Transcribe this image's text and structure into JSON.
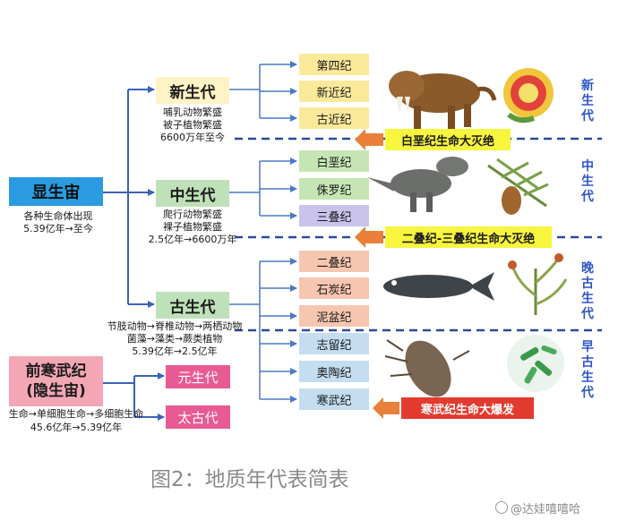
{
  "eons": {
    "phanerozoic": {
      "title": "显生宙",
      "desc1": "各种生命体出现",
      "desc2": "5.39亿年→至今"
    },
    "precambrian": {
      "title1": "前寒武纪",
      "title2": "(隐生宙)",
      "desc1": "生命→单细胞生命→多细胞生命",
      "desc2": "45.6亿年→5.39亿年",
      "eras": [
        "元生代",
        "太古代"
      ]
    }
  },
  "eras": {
    "cenozoic": {
      "title": "新生代",
      "desc": [
        "哺乳动物繁盛",
        "被子植物繁盛",
        "6600万年至今"
      ]
    },
    "mesozoic": {
      "title": "中生代",
      "desc": [
        "爬行动物繁盛",
        "裸子植物繁盛",
        "2.5亿年→6600万年"
      ]
    },
    "paleozoic": {
      "title": "古生代",
      "desc": [
        "节肢动物→脊椎动物→两栖动物",
        "菌藻→藻类→蕨类植物",
        "5.39亿年→2.5亿年"
      ]
    }
  },
  "periods": {
    "cenozoic": [
      "第四纪",
      "新近纪",
      "古近纪"
    ],
    "mesozoic": [
      "白垩纪",
      "侏罗纪",
      "三叠纪"
    ],
    "late_paleozoic": [
      "二叠纪",
      "石炭纪",
      "泥盆纪"
    ],
    "early_paleozoic": [
      "志留纪",
      "奥陶纪",
      "寒武纪"
    ]
  },
  "events": {
    "cretaceous": "白垩纪生命大灭绝",
    "permian": "二叠纪-三叠纪生命大灭绝",
    "cambrian": "寒武纪生命大爆发"
  },
  "side_labels": {
    "cenozoic": "新生代",
    "mesozoic": "中生代",
    "late_paleozoic": "晚古生代",
    "early_paleozoic": "早古生代"
  },
  "caption": "图2：地质年代表简表",
  "watermark": "@达娃嘻嘻哈",
  "colors": {
    "phanerozoic_box": "#2a9be0",
    "precambrian_box": "#f3a7b5",
    "precambrian_eras": "#e85a93",
    "cenozoic_era": "#fdf3c4",
    "mesozoic_era": "#bfe1b9",
    "paleozoic_era": "#bfe1b9",
    "arrow": "#3a63b8",
    "divider": "#2c4a9a",
    "event_bg": "#f8f53f",
    "event_arrow": "#e9803a",
    "cambrian_bg": "#e33a2f",
    "side_label": "#2f56c8"
  },
  "icons": [
    "saber-tooth-icon",
    "angiosperm-icon",
    "dinosaur-icon",
    "conifer-icon",
    "fish-icon",
    "fern-icon",
    "trilobite-icon",
    "algae-icon",
    "weibo-icon"
  ]
}
